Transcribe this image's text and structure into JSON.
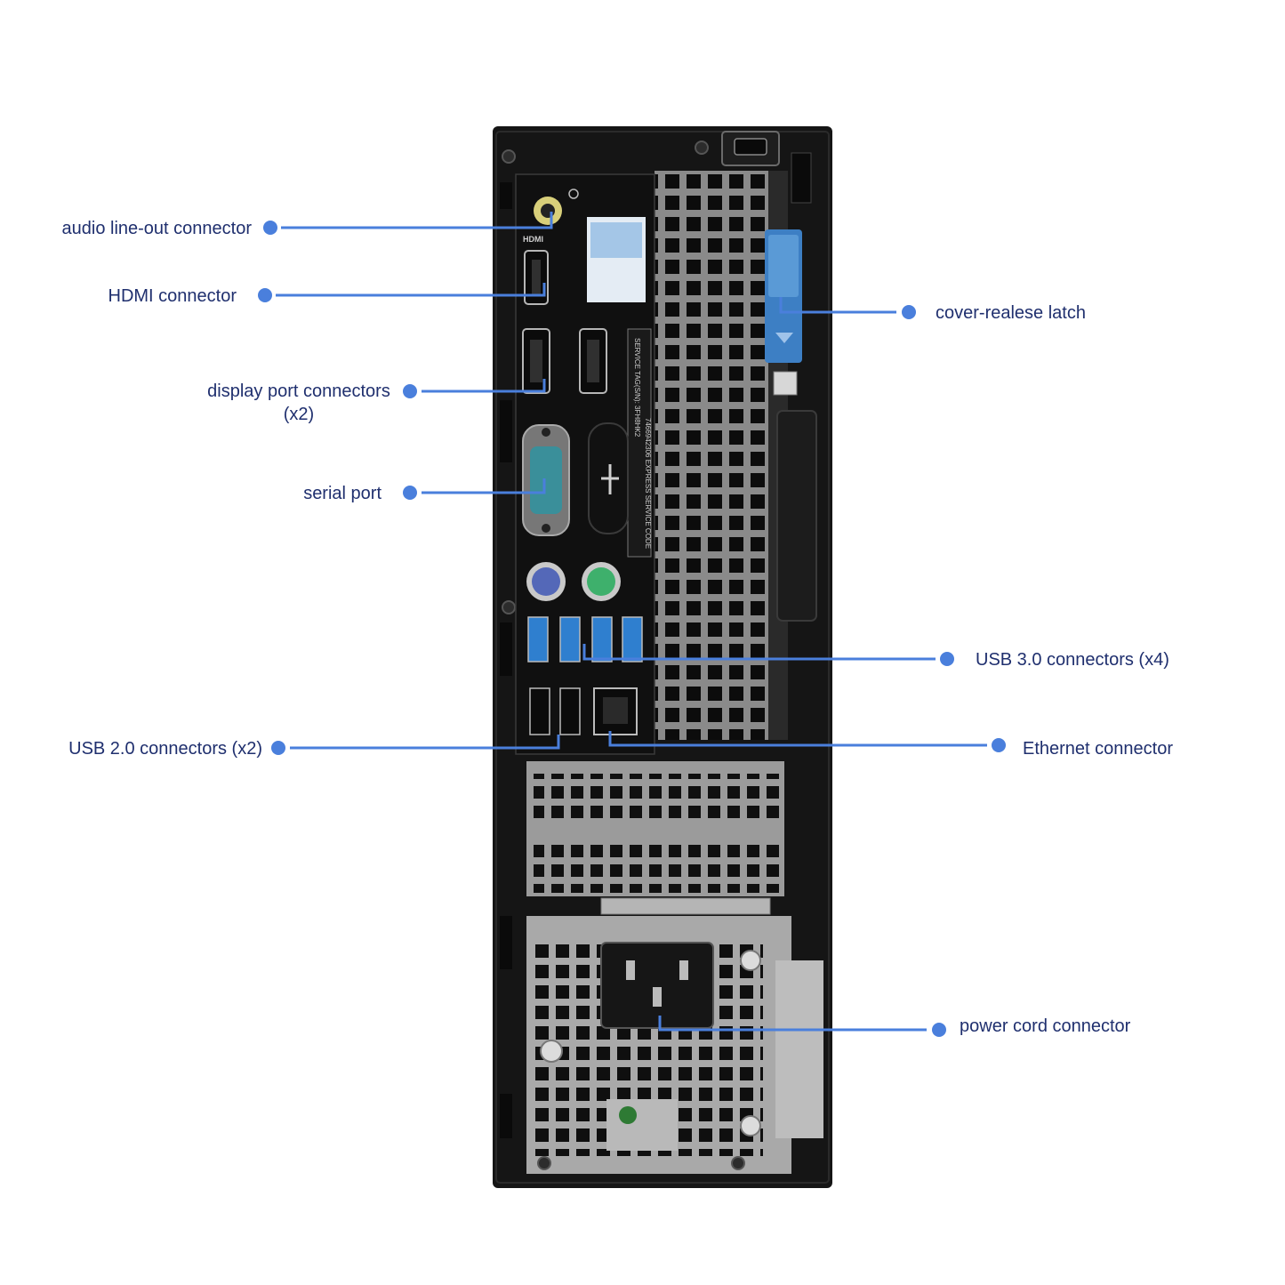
{
  "colors": {
    "accent": "#4a7fdc",
    "label_text": "#1f2f6e",
    "chassis": "#151515",
    "grille": "#7d7d7d",
    "usb3_blue": "#2f7fcf",
    "latch_blue": "#3d7fc4",
    "ps2_keyboard": "#5468b8",
    "ps2_mouse": "#3eb06c",
    "audio_yellow": "#d8cf7a",
    "serial_teal": "#3a8f9a"
  },
  "ports_panel": {
    "hdmi_mark": "HDMI",
    "service_tag": "SERVICE TAG(S/N): 3FH8HK2",
    "express_code": "7466942306 EXPRESS SERVICE CODE"
  },
  "callouts": [
    {
      "id": "audio",
      "label": "audio line-out connector",
      "icon": "audio-jack-icon"
    },
    {
      "id": "hdmi",
      "label": "HDMI connector",
      "icon": "hdmi-port-icon"
    },
    {
      "id": "displayport",
      "label": "display port connectors",
      "sub": "(x2)",
      "icon": "displayport-icon"
    },
    {
      "id": "serial",
      "label": "serial port",
      "icon": "serial-port-icon"
    },
    {
      "id": "usb2",
      "label": "USB 2.0 connectors (x2)",
      "icon": "usb-icon"
    },
    {
      "id": "latch",
      "label": "cover-realese latch",
      "icon": "latch-icon"
    },
    {
      "id": "usb3",
      "label": "USB 3.0 connectors (x4)",
      "icon": "usb-icon"
    },
    {
      "id": "ethernet",
      "label": "Ethernet connector",
      "icon": "ethernet-icon"
    },
    {
      "id": "power",
      "label": "power cord connector",
      "icon": "power-plug-icon"
    }
  ]
}
